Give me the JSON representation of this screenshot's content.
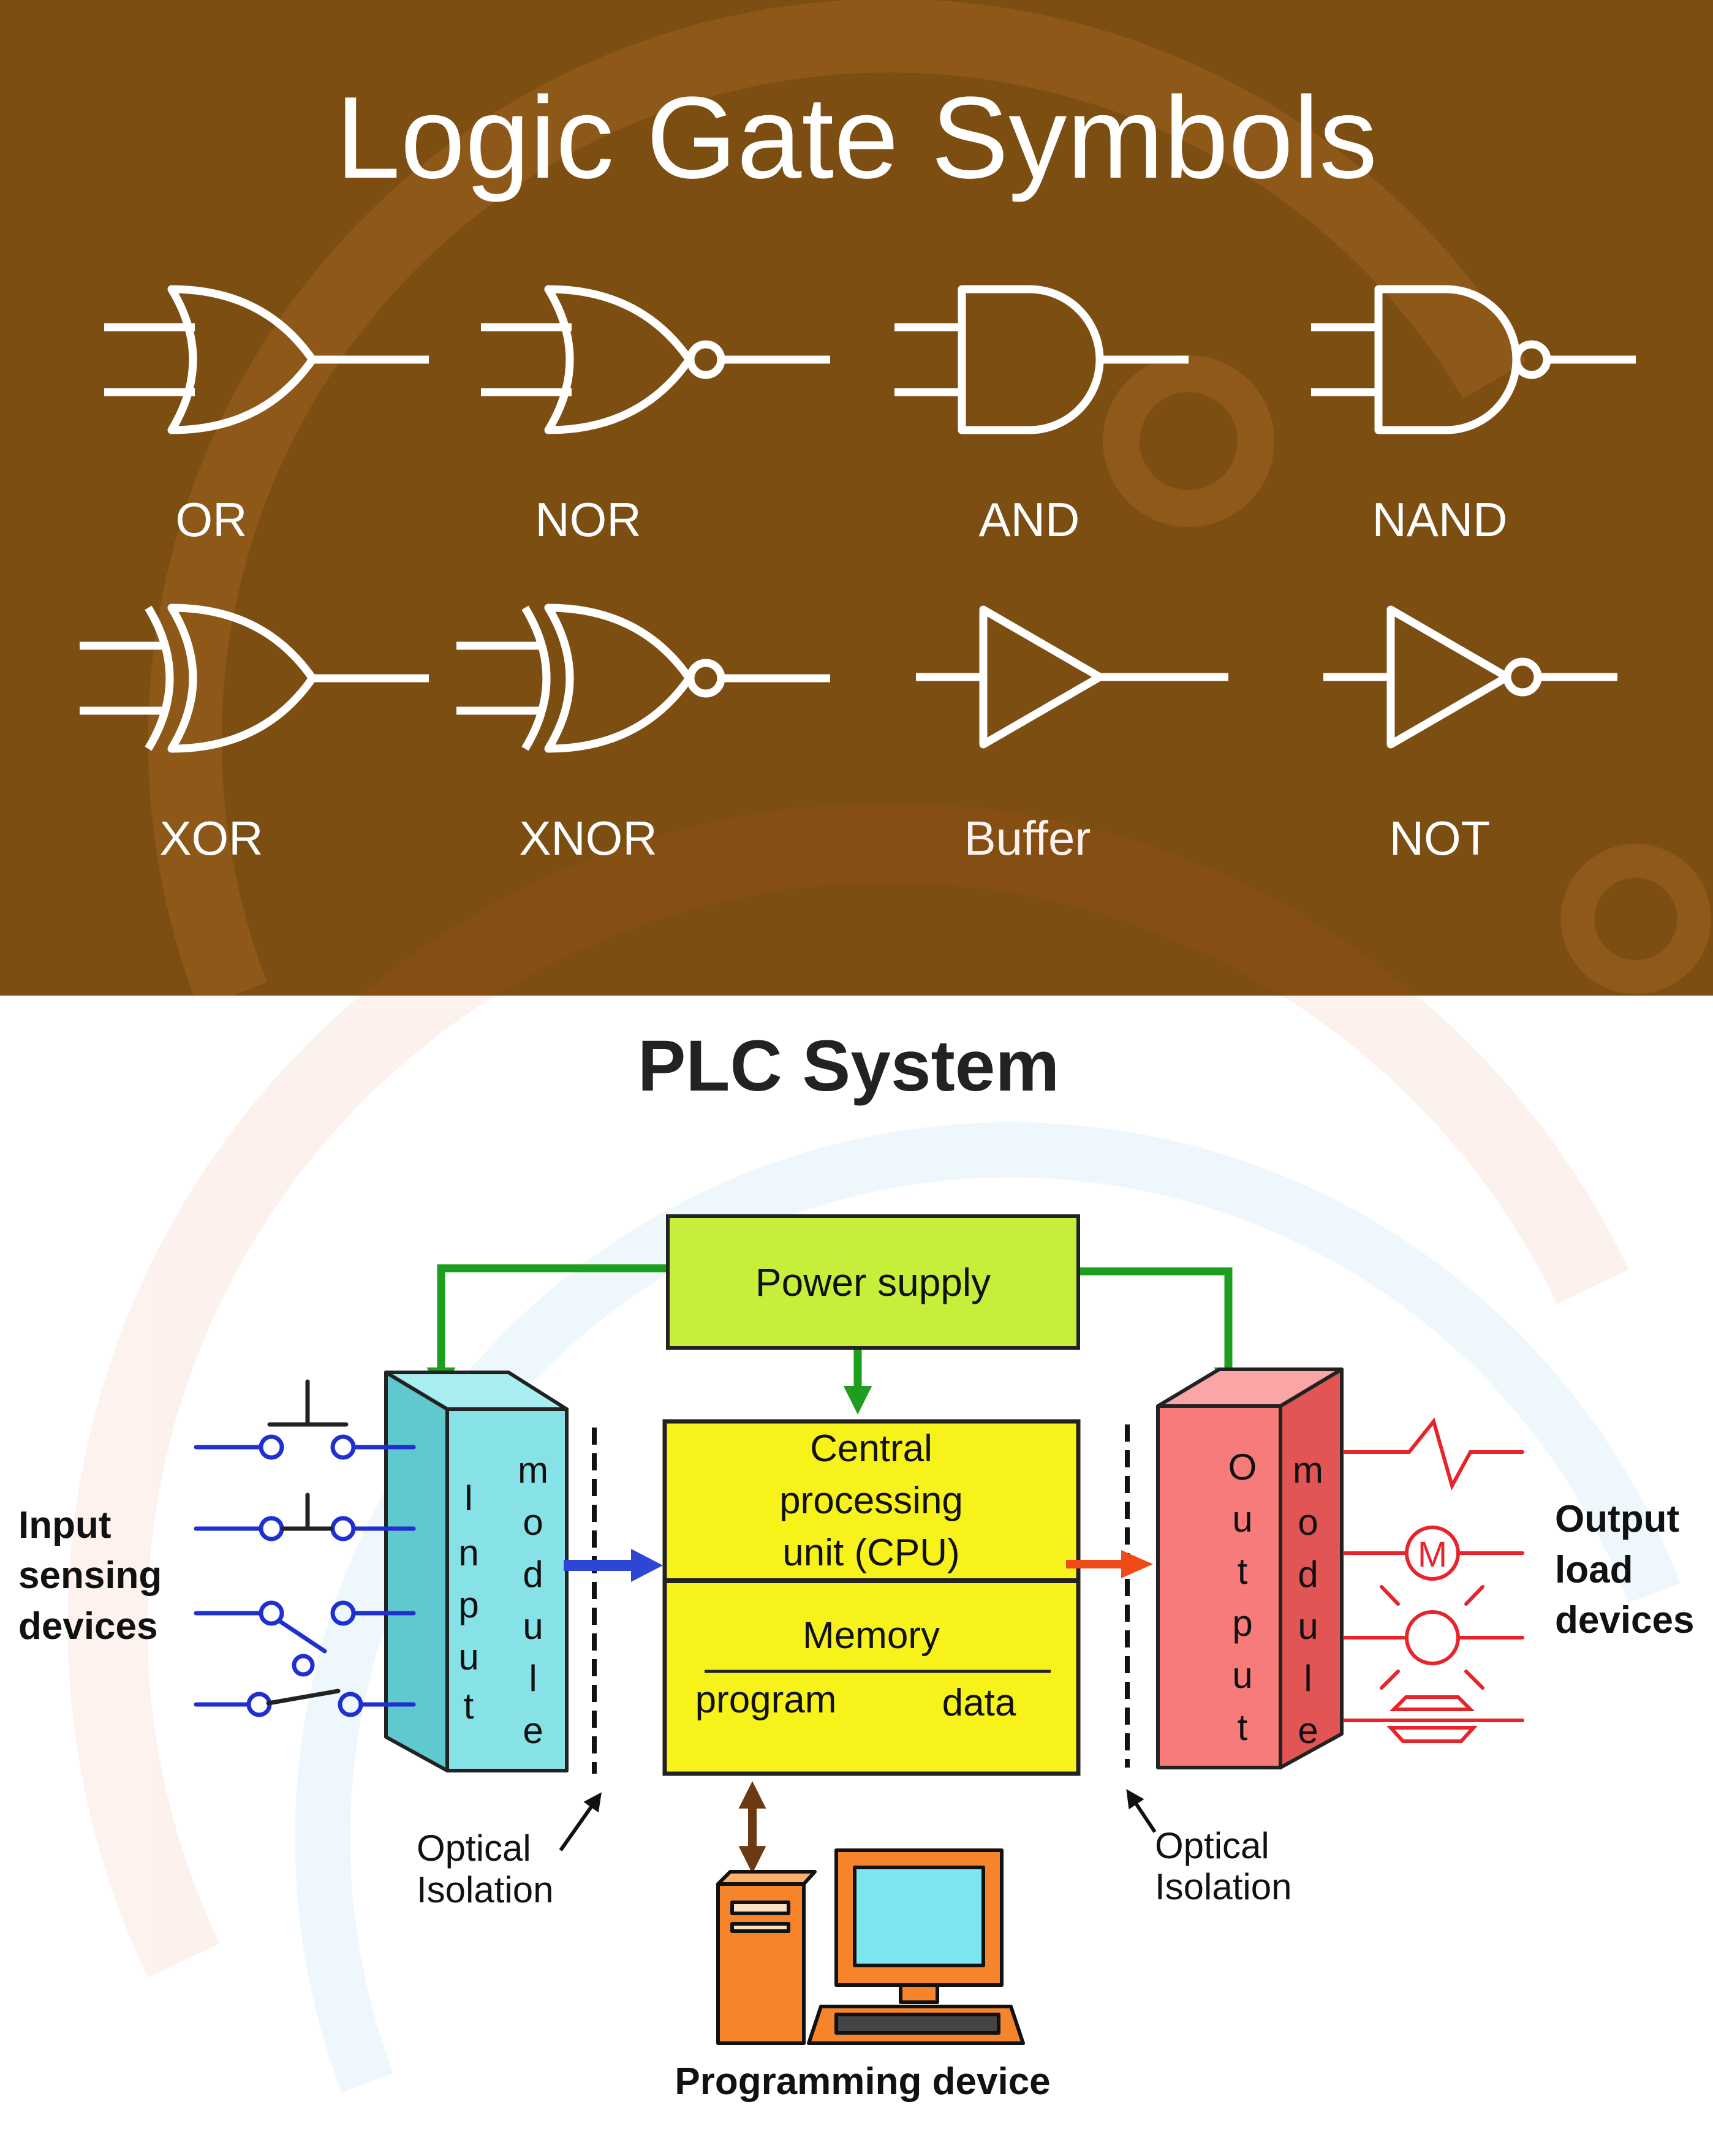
{
  "logic_gates": {
    "title": "Logic Gate Symbols",
    "background_color": "#7d4e12",
    "gates": [
      {
        "label": "OR",
        "icon": "or-gate-icon"
      },
      {
        "label": "NOR",
        "icon": "nor-gate-icon"
      },
      {
        "label": "AND",
        "icon": "and-gate-icon"
      },
      {
        "label": "NAND",
        "icon": "nand-gate-icon"
      },
      {
        "label": "XOR",
        "icon": "xor-gate-icon"
      },
      {
        "label": "XNOR",
        "icon": "xnor-gate-icon"
      },
      {
        "label": "Buffer",
        "icon": "buffer-gate-icon"
      },
      {
        "label": "NOT",
        "icon": "not-gate-icon"
      }
    ]
  },
  "plc": {
    "title": "PLC System",
    "power_supply": "Power supply",
    "cpu": {
      "line1": "Central",
      "line2": "processing",
      "line3": "unit (CPU)"
    },
    "memory": {
      "title": "Memory",
      "program": "program",
      "data": "data"
    },
    "input_module_letters": {
      "left": [
        "I",
        "n",
        "p",
        "u",
        "t"
      ],
      "right": [
        "m",
        "o",
        "d",
        "u",
        "l",
        "e"
      ]
    },
    "output_module_letters": {
      "left": [
        "O",
        "u",
        "t",
        "p",
        "u",
        "t"
      ],
      "right": [
        "m",
        "o",
        "d",
        "u",
        "l",
        "e"
      ]
    },
    "input_devices": {
      "line1": "Input",
      "line2": "sensing",
      "line3": "devices"
    },
    "output_devices": {
      "line1": "Output",
      "line2": "load",
      "line3": "devices"
    },
    "optical_isolation_left": {
      "line1": "Optical",
      "line2": "Isolation"
    },
    "optical_isolation_right": {
      "line1": "Optical",
      "line2": "Isolation"
    },
    "motor_symbol": "M",
    "programming_device": "Programming device",
    "colors": {
      "power_supply": "#c6ef3c",
      "cpu": "#f7f21a",
      "input_module": "#86e2e6",
      "output_module": "#f77b7b",
      "power_lines": "#1e9e1e",
      "input_wiring": "#1f2fd0",
      "output_wiring": "#e8242a",
      "input_arrow": "#2d46d6",
      "output_arrow": "#f04a18",
      "programming_link": "#6b3a12",
      "computer": "#f5842a",
      "screen": "#7de6f0"
    }
  }
}
